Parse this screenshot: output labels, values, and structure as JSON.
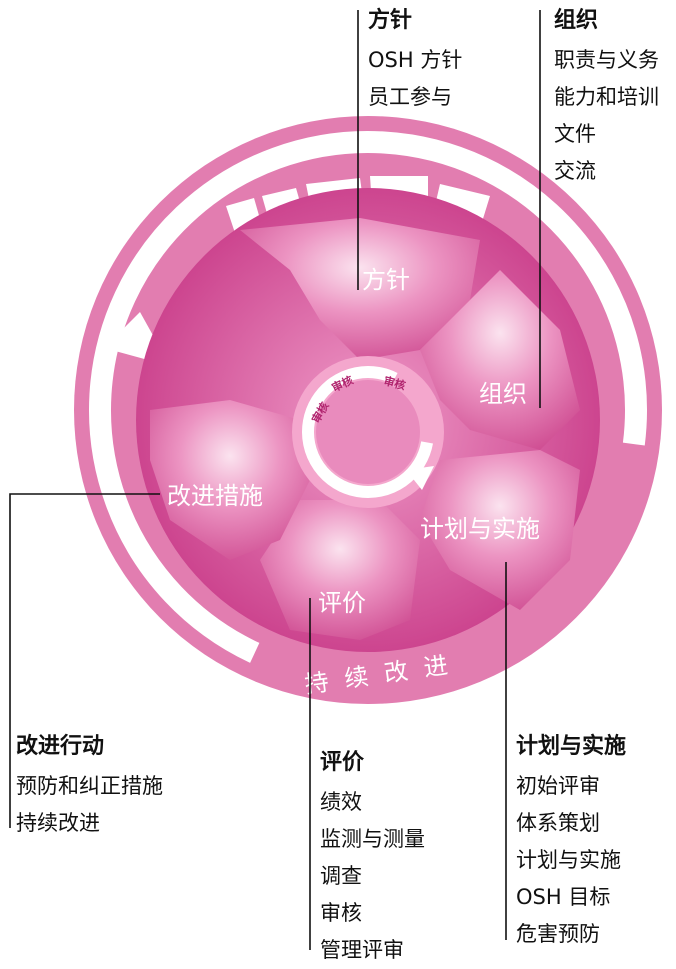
{
  "title": "",
  "center": {
    "ring_label": "持续改进",
    "audit_label": "审核"
  },
  "segments": [
    {
      "label": "方针"
    },
    {
      "label": "组织"
    },
    {
      "label": "计划与实施"
    },
    {
      "label": "评价"
    },
    {
      "label": "改进措施"
    }
  ],
  "panels": {
    "policy": {
      "title": "方针",
      "items": [
        "OSH 方针",
        "员工参与"
      ]
    },
    "organizing": {
      "title": "组织",
      "items": [
        "职责与义务",
        "能力和培训",
        "文件",
        "交流"
      ]
    },
    "planning": {
      "title": "计划与实施",
      "items": [
        "初始评审",
        "体系策划",
        "计划与实施",
        "OSH 目标",
        "危害预防"
      ]
    },
    "evaluation": {
      "title": "评价",
      "items": [
        "绩效",
        "监测与测量",
        "调查",
        "审核",
        "管理评审"
      ]
    },
    "action": {
      "title": "改进行动",
      "items": [
        "预防和纠正措施",
        "持续改进"
      ]
    }
  },
  "colors": {
    "outer_ring": "#e579ae",
    "disc": "#d8539a",
    "segment": "#ea8fbe",
    "hub": "#f29ac6",
    "accent_text": "#b0246e"
  }
}
